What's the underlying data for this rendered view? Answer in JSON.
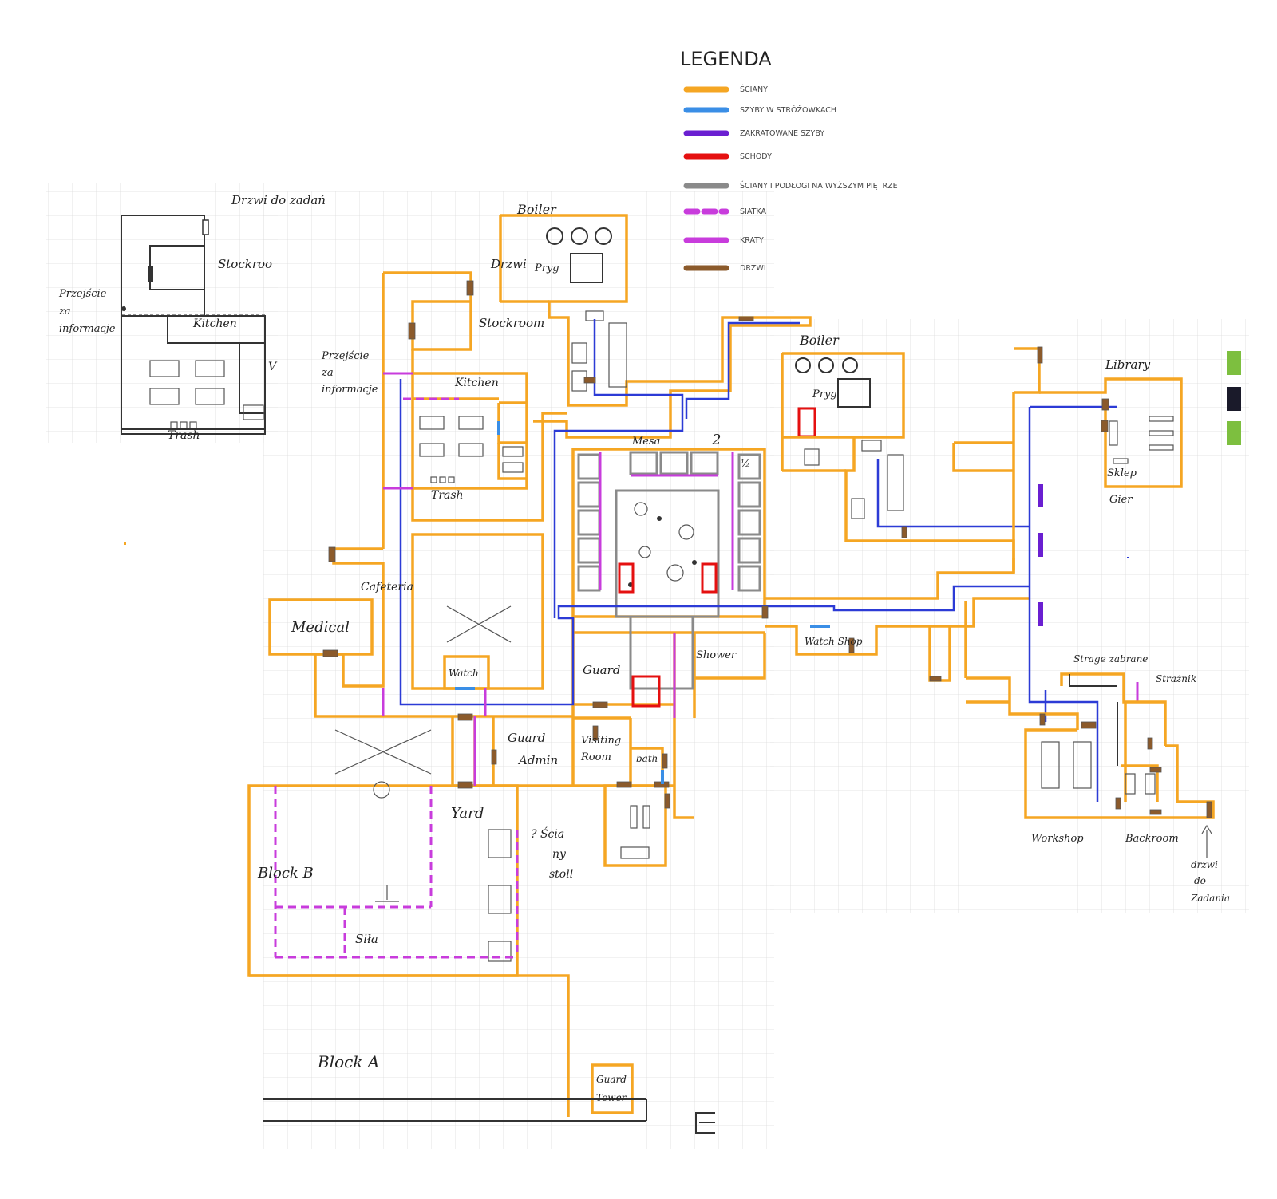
{
  "legend": {
    "title": "LEGENDA",
    "items": [
      {
        "label": "ŚCIANY",
        "color": "#f5a623",
        "style": "solid"
      },
      {
        "label": "SZYBY W STRÓŻOWKACH",
        "color": "#3a8ee6",
        "style": "solid"
      },
      {
        "label": "ZAKRATOWANE SZYBY",
        "color": "#6a1fd1",
        "style": "solid"
      },
      {
        "label": "SCHODY",
        "color": "#e51010",
        "style": "solid"
      },
      {
        "label": "ŚCIANY I PODŁOGI NA WYŻSZYM PIĘTRZE",
        "color": "#8a8a8a",
        "style": "solid"
      },
      {
        "label": "SIATKA",
        "color": "#c83cdc",
        "style": "dashed"
      },
      {
        "label": "KRATY",
        "color": "#c83cdc",
        "style": "solid"
      },
      {
        "label": "DRZWI",
        "color": "#8b5a2b",
        "style": "solid"
      }
    ]
  },
  "labels": {
    "drzwi_do_zadan": "Drzwi do zadań",
    "stockroom_small": "Stockroo",
    "przejscie_small_1": "Przejście",
    "przejscie_small_2": "za",
    "przejscie_small_3": "informacje",
    "kitchen_small": "Kitchen",
    "trash_small": "Trash",
    "v_small": "V",
    "boiler_1": "Boiler",
    "drzwi": "Drzwi",
    "stockroom": "Stockroom",
    "przejscie_1": "Przejście",
    "przejscie_2": "za",
    "przejscie_3": "informacje",
    "kitchen": "Kitchen",
    "trash": "Trash",
    "pryg_1": "Pryg",
    "cafeteria": "Cafeteria",
    "medical": "Medical",
    "watch": "Watch",
    "mesa": "Mesa",
    "two": "2",
    "half": "½",
    "guard": "Guard",
    "shower": "Shower",
    "guard_admin_1": "Guard",
    "guard_admin_2": "Admin",
    "visiting_1": "Visiting",
    "visiting_2": "Room",
    "bath": "bath",
    "yard": "Yard",
    "block_b": "Block B",
    "sila": "Siła",
    "sciany_1": "? Ścia",
    "sciany_2": "ny",
    "sciany_3": "stoll",
    "block_a": "Block A",
    "guard_tower_1": "Guard",
    "guard_tower_2": "Tower",
    "boiler_2": "Boiler",
    "pryg_2": "Pryg",
    "watch_shop": "Watch Shop",
    "library": "Library",
    "sklep_1": "Sklep",
    "sklep_2": "Gier",
    "straz_1": "Strage zabrane",
    "straz_2": "Strażnik",
    "workshop": "Workshop",
    "backroom": "Backroom",
    "drzwi_zadan_1": "drzwi",
    "drzwi_zadan_2": "do",
    "drzwi_zadan_3": "Zadania"
  }
}
